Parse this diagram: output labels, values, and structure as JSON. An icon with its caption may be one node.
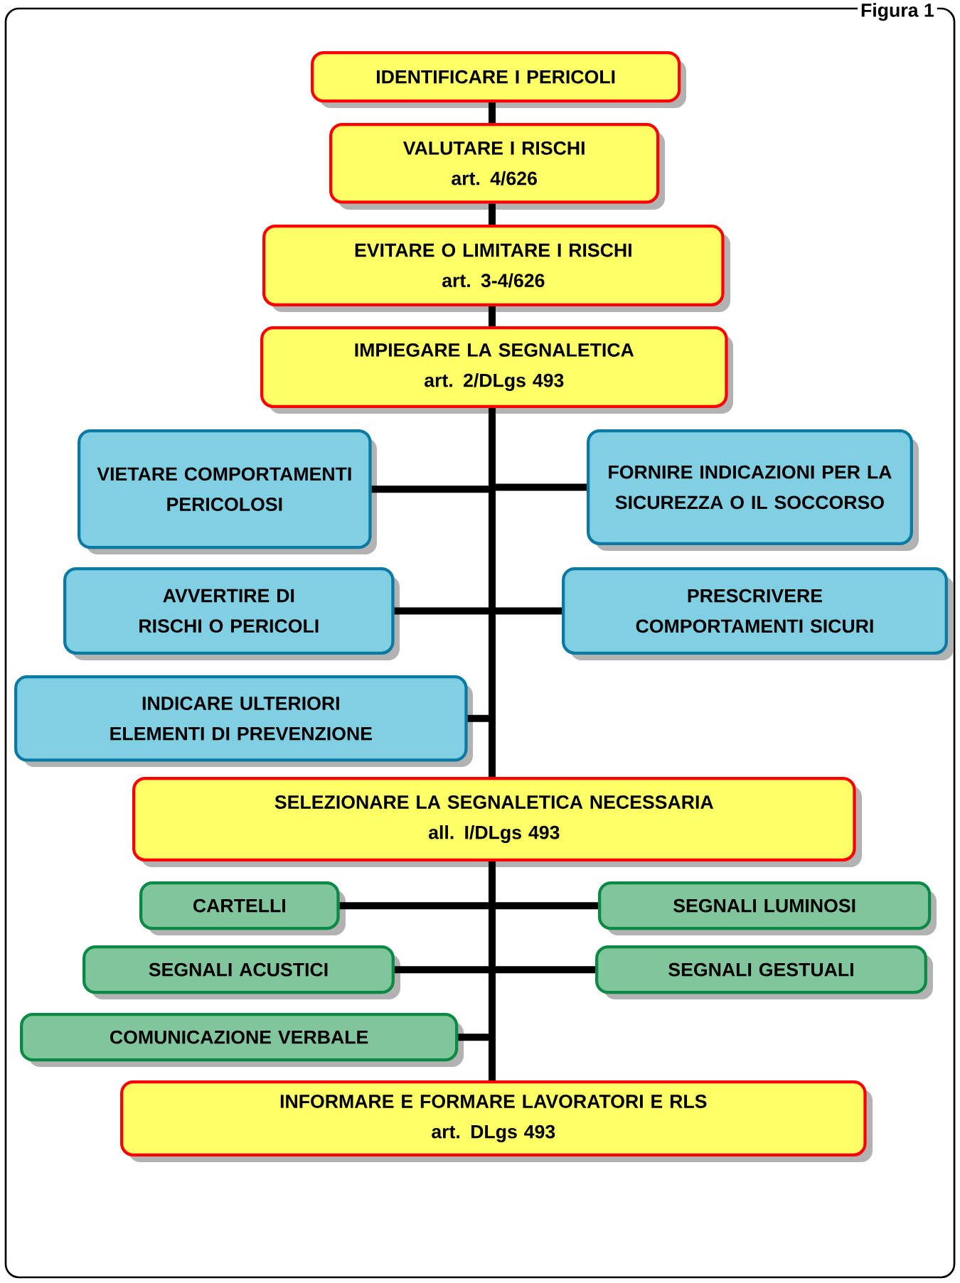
{
  "diagram": {
    "nodes": [
      {
        "text": [
          "IDENTIFICARE I PERICOLI"
        ]
      },
      {
        "text": [
          "VALUTARE I RISCHI",
          "art. 4/626"
        ]
      },
      {
        "text": [
          "EVITARE O LIMITARE I RISCHI",
          "art. 3-4/626"
        ]
      },
      {
        "text": [
          "IMPIEGARE LA SEGNALETICA",
          "art. 2/DLgs 493"
        ]
      },
      {
        "text": [
          "VIETARE COMPORTAMENTI PERICOLOSI"
        ]
      },
      {
        "text": [
          "FORNIRE INDICAZIONI PER LA SICUREZZA O IL SOCCORSO"
        ]
      },
      {
        "text": [
          "AVVERTIRE DI RISCHI O PERICOLI"
        ]
      },
      {
        "text": [
          "PRESCRIVERE COMPORTAMENTI SICURI"
        ]
      },
      {
        "text": [
          "INDICARE ULTERIORI ELEMENTI DI PREVENZIONE"
        ]
      },
      {
        "text": [
          "SELEZIONARE LA SEGNALETICA NECESSARIA",
          "all. I/DLgs 493"
        ]
      },
      {
        "text": [
          "CARTELLI"
        ]
      },
      {
        "text": [
          "SEGNALI LUMINOSI"
        ]
      },
      {
        "text": [
          "SEGNALI ACUSTICI"
        ]
      },
      {
        "text": [
          "SEGNALI GESTUALI"
        ]
      },
      {
        "text": [
          "COMUNICAZIONE VERBALE"
        ]
      },
      {
        "text": [
          "INFORMARE E FORMARE LAVORATORI E RLS",
          "art. DLgs 493"
        ]
      }
    ],
    "edges": [
      {
        "from": 0,
        "to": 1,
        "arrow": "none"
      },
      {
        "from": 1,
        "to": 2,
        "arrow": "none"
      },
      {
        "from": 2,
        "to": 3,
        "arrow": "none"
      },
      {
        "from": 3,
        "to": 4,
        "arrow": "none"
      },
      {
        "from": 3,
        "to": 5,
        "arrow": "none"
      },
      {
        "from": 3,
        "to": 6,
        "arrow": "none"
      },
      {
        "from": 3,
        "to": 7,
        "arrow": "none"
      },
      {
        "from": 3,
        "to": 8,
        "arrow": "none"
      },
      {
        "from": 3,
        "to": 9,
        "arrow": "none"
      },
      {
        "from": 9,
        "to": 10,
        "arrow": "none"
      },
      {
        "from": 9,
        "to": 11,
        "arrow": "none"
      },
      {
        "from": 9,
        "to": 12,
        "arrow": "none"
      },
      {
        "from": 9,
        "to": 13,
        "arrow": "none"
      },
      {
        "from": 9,
        "to": 14,
        "arrow": "none"
      },
      {
        "from": 9,
        "to": 15,
        "arrow": "none"
      }
    ],
    "labels": [
      "Figura 1"
    ]
  }
}
